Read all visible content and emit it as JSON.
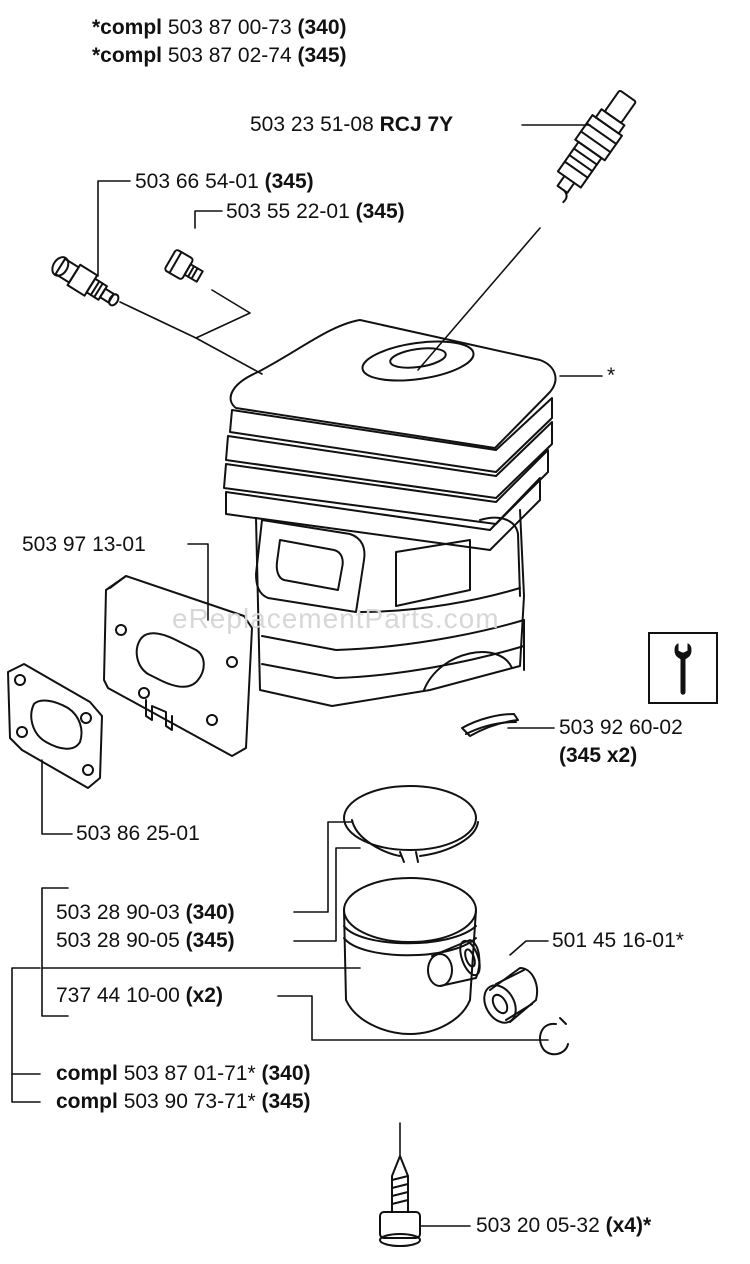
{
  "labels": {
    "compl_cyl_340": {
      "prefix": "*compl",
      "number": "503 87 00-73",
      "suffix": "(340)"
    },
    "compl_cyl_345": {
      "prefix": "*compl",
      "number": "503 87 02-74",
      "suffix": "(345)"
    },
    "spark_plug": {
      "prefix": "",
      "number": "503 23 51-08",
      "suffix": "RCJ 7Y"
    },
    "decomp_valve": {
      "prefix": "",
      "number": "503 66 54-01",
      "suffix": "(345)"
    },
    "plug_345": {
      "prefix": "",
      "number": "503 55 22-01",
      "suffix": "(345)"
    },
    "cylinder_star": {
      "prefix": "",
      "number": "*",
      "suffix": ""
    },
    "plate": {
      "prefix": "",
      "number": "503 97 13-01",
      "suffix": ""
    },
    "gasket": {
      "prefix": "",
      "number": "503 86 25-01",
      "suffix": ""
    },
    "base_gasket": {
      "prefix": "",
      "number": "503 92 60-02",
      "suffix": ""
    },
    "base_gasket_qty": {
      "prefix": "",
      "number": "",
      "suffix": "(345 x2)"
    },
    "piston_340": {
      "prefix": "",
      "number": "503 28 90-03",
      "suffix": "(340)"
    },
    "piston_345": {
      "prefix": "",
      "number": "503 28 90-05",
      "suffix": "(345)"
    },
    "needle_bearing": {
      "prefix": "",
      "number": "501 45 16-01*",
      "suffix": ""
    },
    "circlip": {
      "prefix": "",
      "number": "737 44 10-00",
      "suffix": "(x2)"
    },
    "compl_piston_340": {
      "prefix": "compl",
      "number": "503 87 01-71*",
      "suffix": "(340)"
    },
    "compl_piston_345": {
      "prefix": "compl",
      "number": "503 90 73-71*",
      "suffix": "(345)"
    },
    "screw": {
      "prefix": "",
      "number": "503 20 05-32",
      "suffix": "(x4)*"
    }
  },
  "watermark": "eReplacementParts.com",
  "icons": {
    "service_tool": "wrench-icon"
  }
}
